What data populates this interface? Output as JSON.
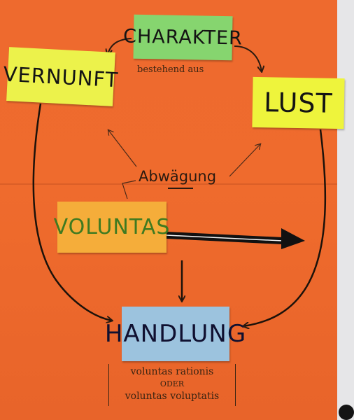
{
  "nodes": {
    "charakter": "CHARAKTER",
    "vernunft": "VERNUNFT",
    "lust": "LUST",
    "voluntas": "VOLUNTAS",
    "handlung": "HANDLUNG"
  },
  "annotations": {
    "bestehend": "bestehend aus",
    "abwaegung": "Abwägung"
  },
  "result": {
    "line1": "voluntas rationis",
    "line2": "ODER",
    "line3": "voluntas voluptatis"
  },
  "colors": {
    "board": "#ee6a2e",
    "charakter_card": "#86d56f",
    "vernunft_card": "#ecf24b",
    "lust_card": "#eef43c",
    "voluntas_card": "#f5ad3a",
    "handlung_card": "#9cc3de"
  }
}
